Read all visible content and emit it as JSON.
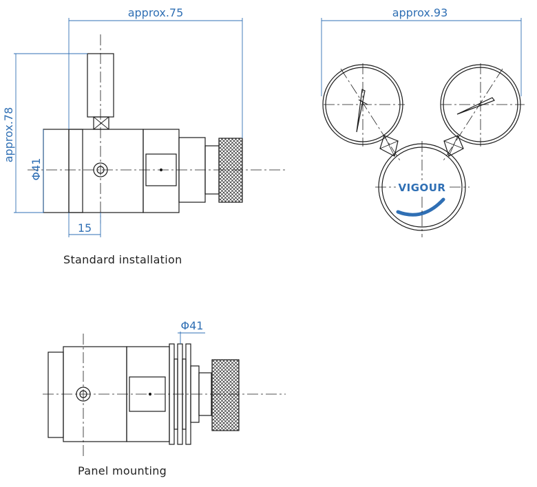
{
  "colors": {
    "line": "#1a1a1a",
    "dimension": "#2f6fb4",
    "brand": "#2f6fb4"
  },
  "views": {
    "standard": {
      "caption": "Standard installation",
      "dims": {
        "width": "approx.75",
        "height": "approx.78",
        "diameter": "Φ41",
        "offset": "15"
      }
    },
    "front": {
      "dims": {
        "width": "approx.93"
      },
      "brand": "VIGOUR"
    },
    "panel": {
      "caption": "Panel mounting",
      "dims": {
        "diameter": "Φ41"
      }
    }
  }
}
